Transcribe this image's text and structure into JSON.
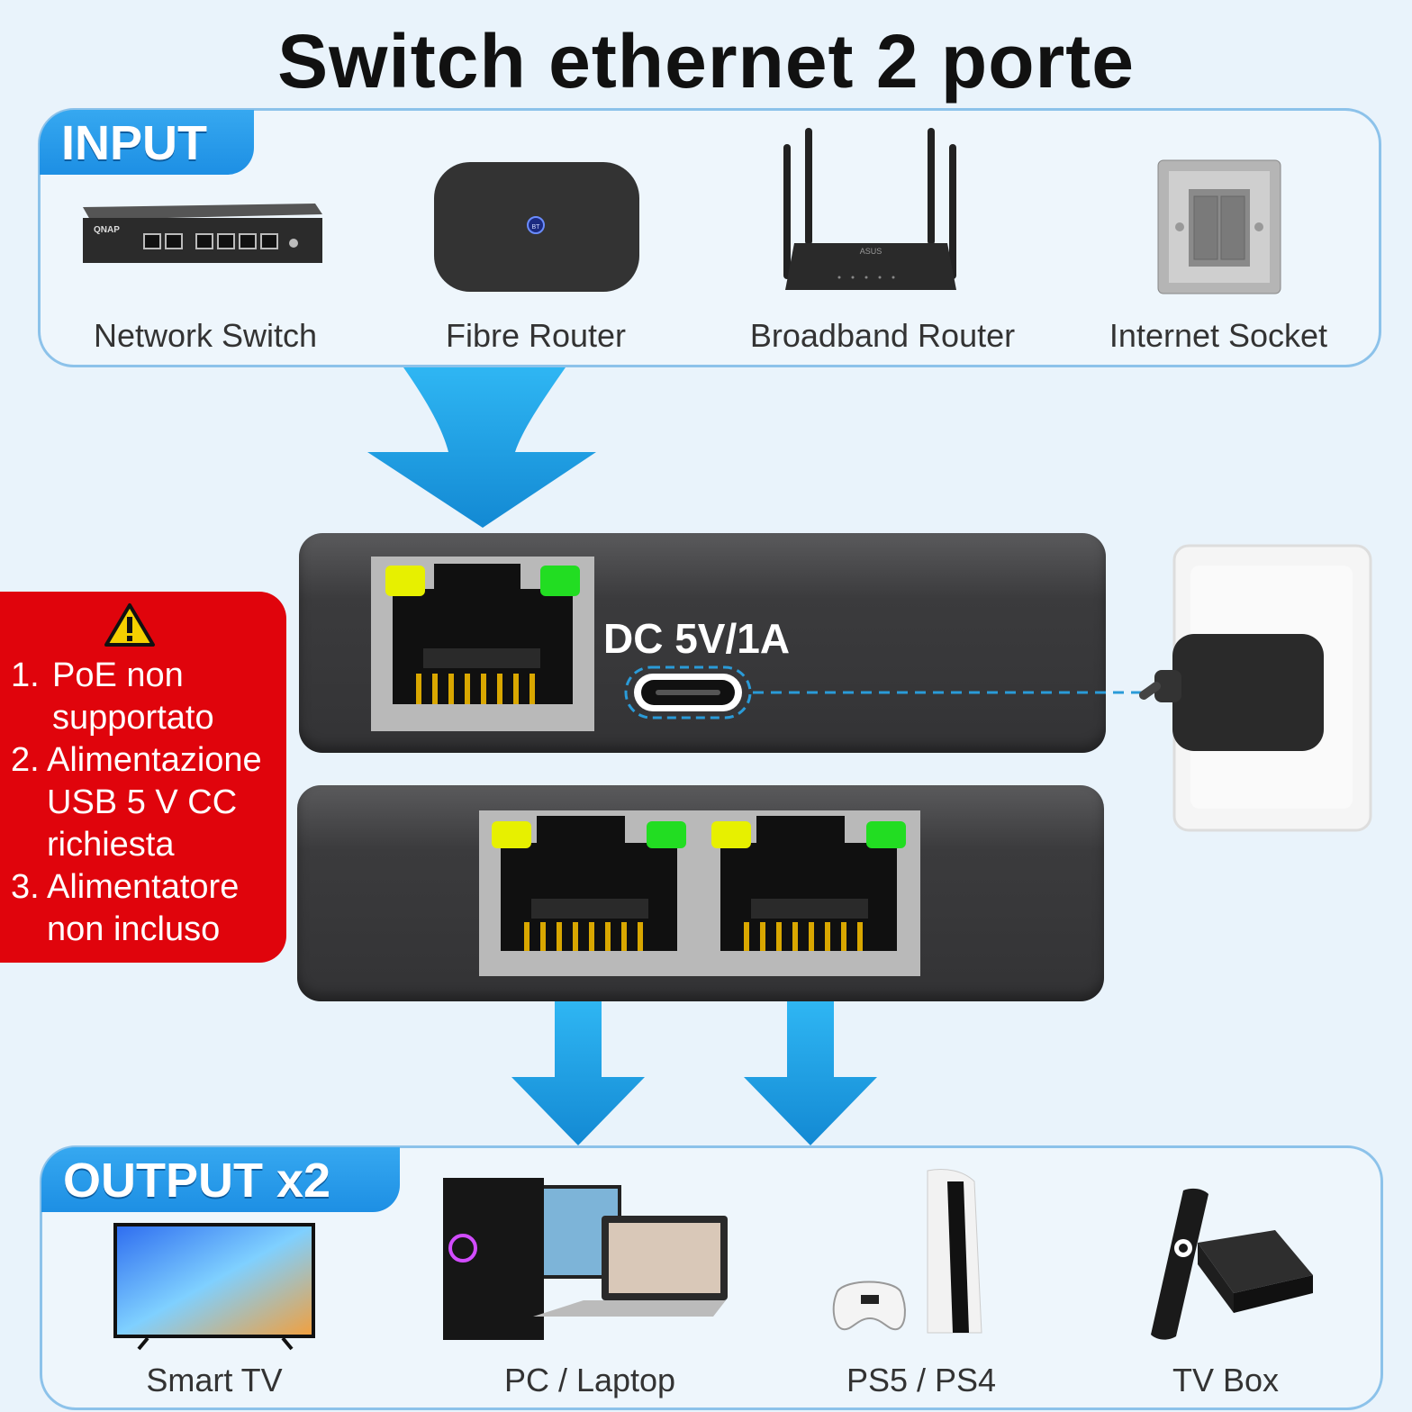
{
  "title": "Switch ethernet 2 porte",
  "input": {
    "tag": "INPUT",
    "items": [
      {
        "label": "Network Switch",
        "icon": "network-switch-icon",
        "brand": "QNAP"
      },
      {
        "label": "Fibre Router",
        "icon": "fibre-router-icon",
        "badge": "BT"
      },
      {
        "label": "Broadband Router",
        "icon": "broadband-router-icon",
        "brand": "ASUS"
      },
      {
        "label": "Internet Socket",
        "icon": "internet-socket-icon"
      }
    ]
  },
  "warning": {
    "items": [
      {
        "num": "1.",
        "text": "PoE non supportato"
      },
      {
        "num": "2.",
        "text": "Alimentazione USB 5 V CC richiesta"
      },
      {
        "num": "3.",
        "text": "Alimentatore non incluso"
      }
    ],
    "color": "#e0040c"
  },
  "device": {
    "dc_label": "DC 5V/1A",
    "led_yellow": "#e7f000",
    "led_green": "#22dd22"
  },
  "output": {
    "tag": "OUTPUT x2",
    "items": [
      {
        "label": "Smart TV",
        "icon": "smart-tv-icon"
      },
      {
        "label": "PC / Laptop",
        "icon": "pc-laptop-icon"
      },
      {
        "label": "PS5 / PS4",
        "icon": "playstation-icon"
      },
      {
        "label": "TV Box",
        "icon": "tv-box-icon"
      }
    ]
  },
  "colors": {
    "accent": "#1d8fe4",
    "arrow": "#1aa3e6",
    "panel_border": "#8cc2ea"
  }
}
